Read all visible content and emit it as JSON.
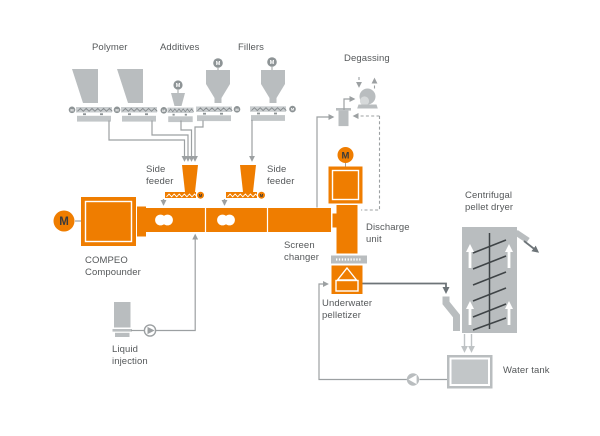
{
  "labels": {
    "polymer": "Polymer",
    "additives": "Additives",
    "fillers": "Fillers",
    "degassing": "Degassing",
    "side_feeder_1": "Side\nfeeder",
    "side_feeder_2": "Side\nfeeder",
    "compounder": "COMPEO\nCompounder",
    "liquid_injection": "Liquid\ninjection",
    "screen_changer": "Screen\nchanger",
    "discharge_unit": "Discharge\nunit",
    "underwater_pelletizer": "Underwater\npelletizer",
    "centrifugal_pellet_dryer": "Centrifugal\npellet dryer",
    "water_tank": "Water tank"
  },
  "motors": {
    "label": "M"
  },
  "colors": {
    "orange": "#EF7D00",
    "equipment": "#B9BDBF",
    "equipment_dark": "#8E9496",
    "line": "#9CA0A2",
    "line_dark": "#6D7478",
    "text": "#55585A"
  }
}
